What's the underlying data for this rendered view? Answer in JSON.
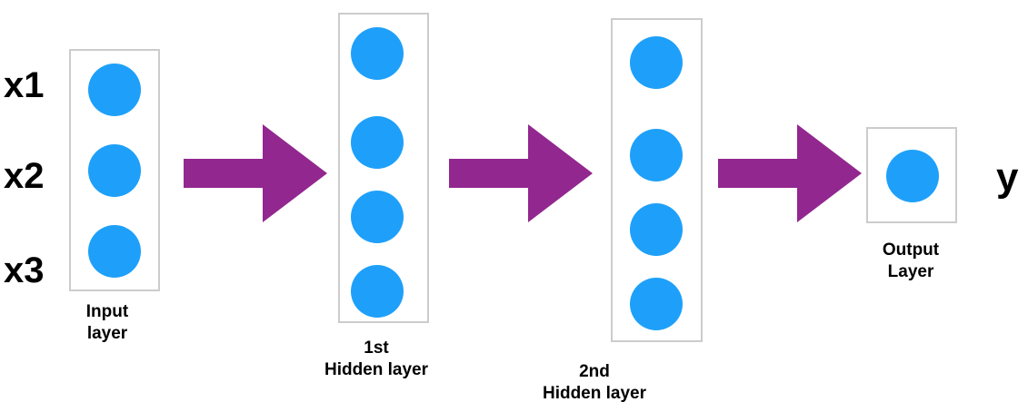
{
  "inputs": {
    "x1": "x1",
    "x2": "x2",
    "x3": "x3"
  },
  "output": {
    "y": "y"
  },
  "layers": {
    "input": {
      "line1": "Input",
      "line2": "layer"
    },
    "hidden1": {
      "line1": "1st",
      "line2": "Hidden layer"
    },
    "hidden2": {
      "line1": "2nd",
      "line2": "Hidden layer"
    },
    "output": {
      "line1": "Output",
      "line2": "Layer"
    }
  },
  "colors": {
    "neuron": "#1ea0fa",
    "arrow": "#92278f",
    "box_border": "#cccccc",
    "text": "#000000"
  }
}
